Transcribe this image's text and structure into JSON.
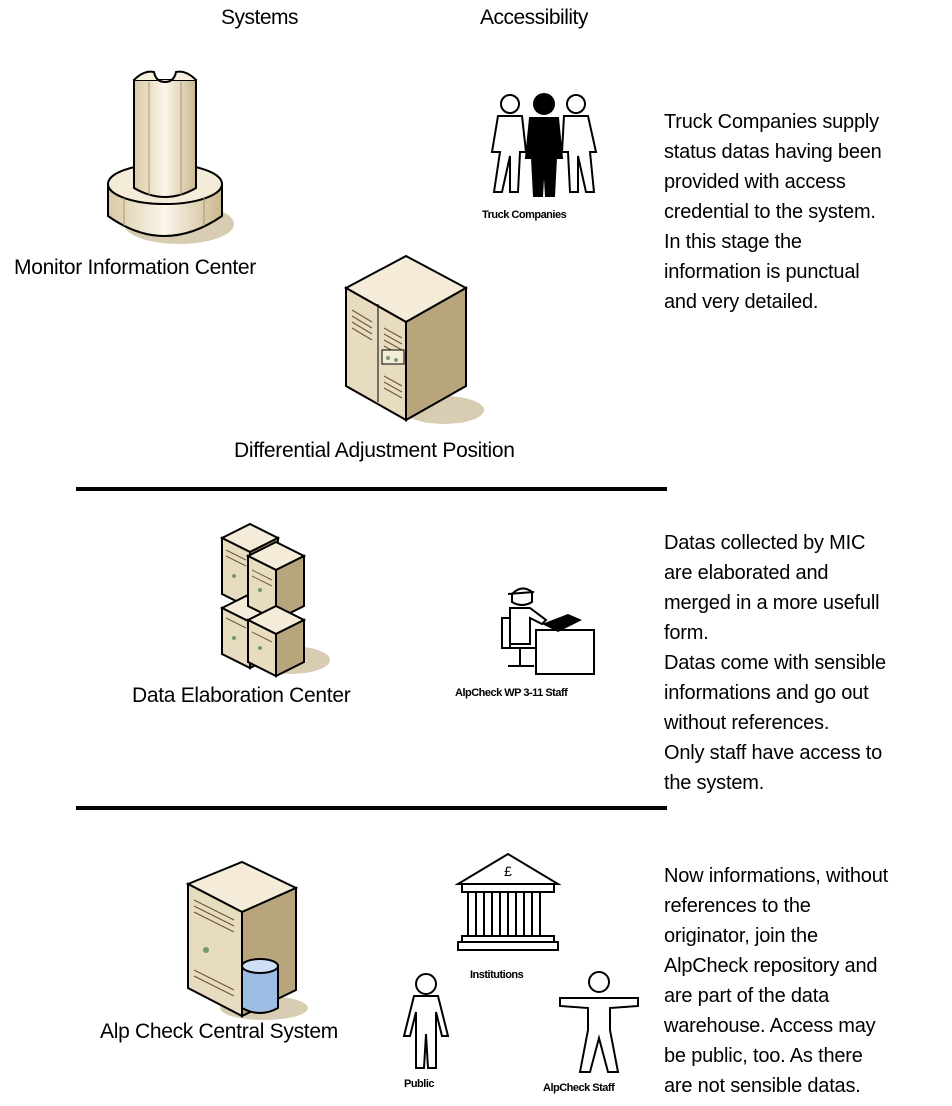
{
  "headers": {
    "systems": "Systems",
    "accessibility": "Accessibility"
  },
  "sections": [
    {
      "systems": [
        {
          "label": "Monitor Information Center",
          "icon": "tower-icon"
        },
        {
          "label": "Differential Adjustment Position",
          "icon": "server-cabinet-icon"
        }
      ],
      "actors": [
        {
          "label": "Truck Companies",
          "icon": "user-group-icon"
        }
      ],
      "description": "Truck Companies supply\nstatus datas having been\nprovided with access\ncredential to the system.\nIn this stage the\ninformation is punctual\nand very detailed."
    },
    {
      "systems": [
        {
          "label": "Data Elaboration Center",
          "icon": "server-cluster-icon"
        }
      ],
      "actors": [
        {
          "label": "AlpCheck WP 3-11 Staff",
          "icon": "desk-worker-icon"
        }
      ],
      "description": "Datas collected by MIC\nare elaborated and\nmerged in a more usefull\nform.\nDatas come with sensible\ninformations and go out\nwithout references.\nOnly staff have access to\nthe system."
    },
    {
      "systems": [
        {
          "label": "Alp Check Central System",
          "icon": "database-server-icon"
        }
      ],
      "actors": [
        {
          "label": "Institutions",
          "icon": "institution-icon"
        },
        {
          "label": "Public",
          "icon": "person-icon"
        },
        {
          "label": "AlpCheck Staff",
          "icon": "person-icon"
        }
      ],
      "description": "Now informations, without\nreferences to the\noriginator, join the\nAlpCheck repository and\nare part of the data\nwarehouse. Access may\nbe public, too. As there\nare not sensible datas."
    }
  ]
}
